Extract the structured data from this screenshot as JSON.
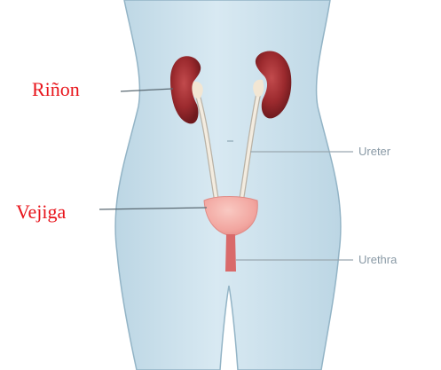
{
  "labels": {
    "kidney": "Riñon",
    "bladder": "Vejiga",
    "ureter": "Ureter",
    "urethra": "Urethra"
  },
  "colors": {
    "body_fill": "#cfe3ee",
    "body_outline": "#93b4c6",
    "kidney_fill": "#9c2a2e",
    "bladder_fill": "#f2a6a0",
    "urethra_fill": "#d96a6a",
    "ureter_fill": "#f3ece0",
    "leader_line": "#5b6a73",
    "spanish_label": "#e8141b",
    "english_label": "#8a9aa6"
  }
}
